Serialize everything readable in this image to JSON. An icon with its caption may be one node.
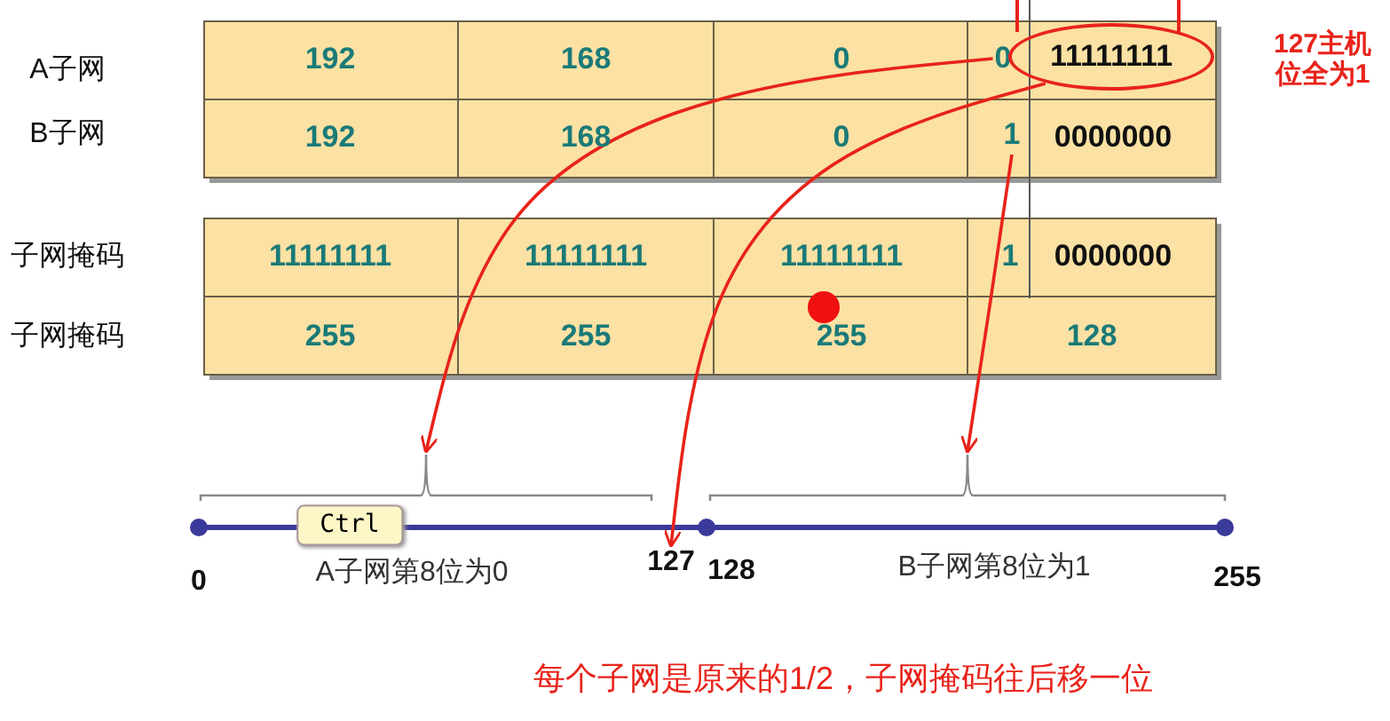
{
  "diagram": {
    "caption": "每个子网是原来的1/2，子网掩码往后移一位",
    "nodes": [
      {
        "text": [
          "0"
        ]
      },
      {
        "text": [
          "11111111"
        ]
      },
      {
        "text": [
          "1"
        ]
      },
      {
        "text": [],
        "shape": "bracket"
      },
      {
        "text": [
          "127"
        ]
      },
      {
        "text": [],
        "shape": "bracket"
      }
    ],
    "edges": [
      {
        "from": 0,
        "to": 3,
        "arrow": "to"
      },
      {
        "from": 1,
        "to": 4,
        "arrow": "to"
      },
      {
        "from": 2,
        "to": 5,
        "arrow": "to"
      }
    ],
    "labels": [
      "A子网",
      "192",
      "168",
      "0",
      "127主机位全为1",
      "B子网",
      "192",
      "168",
      "0",
      "0000000",
      "子网掩码",
      "11111111",
      "11111111",
      "11111111",
      "1",
      "0000000",
      "子网掩码",
      "255",
      "255",
      "255",
      "128",
      "0",
      "A子网第8位为0",
      "128",
      "B子网第8位为1",
      "255",
      "Ctrl"
    ]
  }
}
